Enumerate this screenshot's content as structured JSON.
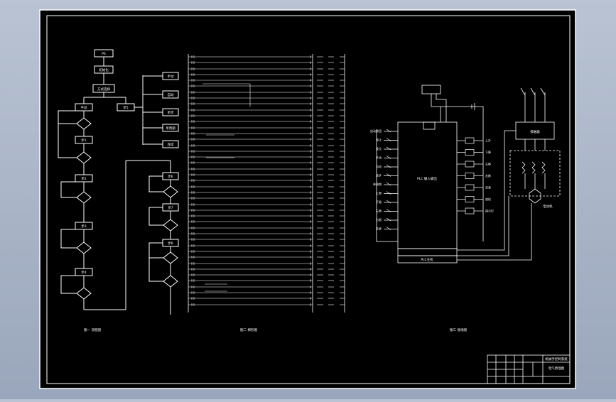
{
  "colors": {
    "background_outer": "#a9b4c6",
    "drawing_background": "#000000",
    "line": "#ffffff"
  },
  "flowchart": {
    "start": "PS",
    "init": "初始化",
    "select": "方式选择",
    "steps": [
      "手动",
      "步1",
      "步2",
      "步3",
      "步4",
      "步5"
    ],
    "branches": [
      "手动",
      "自动",
      "单步",
      "单周期",
      "连续"
    ],
    "side_steps": [
      "步6",
      "步7",
      "步8"
    ],
    "caption": "图一 流程图"
  },
  "ladder": {
    "caption": "图二 梯形图"
  },
  "wiring": {
    "plc_label": "PLC 输入输出",
    "plc_bottom": "PLC主机",
    "inputs": [
      "启动按钮",
      "停止",
      "复位",
      "手动",
      "自动",
      "单步",
      "单周期",
      "上限",
      "下限",
      "左限",
      "右限",
      "夹紧"
    ],
    "outputs": [
      "上升",
      "下降",
      "左移",
      "右移",
      "夹紧",
      "放松",
      "指示灯"
    ],
    "contactor": "接触器",
    "motor": "电动机",
    "caption": "图三 接线图"
  },
  "title_block": {
    "title": "机械手控制系统",
    "drawing_no": "电气原理图"
  }
}
